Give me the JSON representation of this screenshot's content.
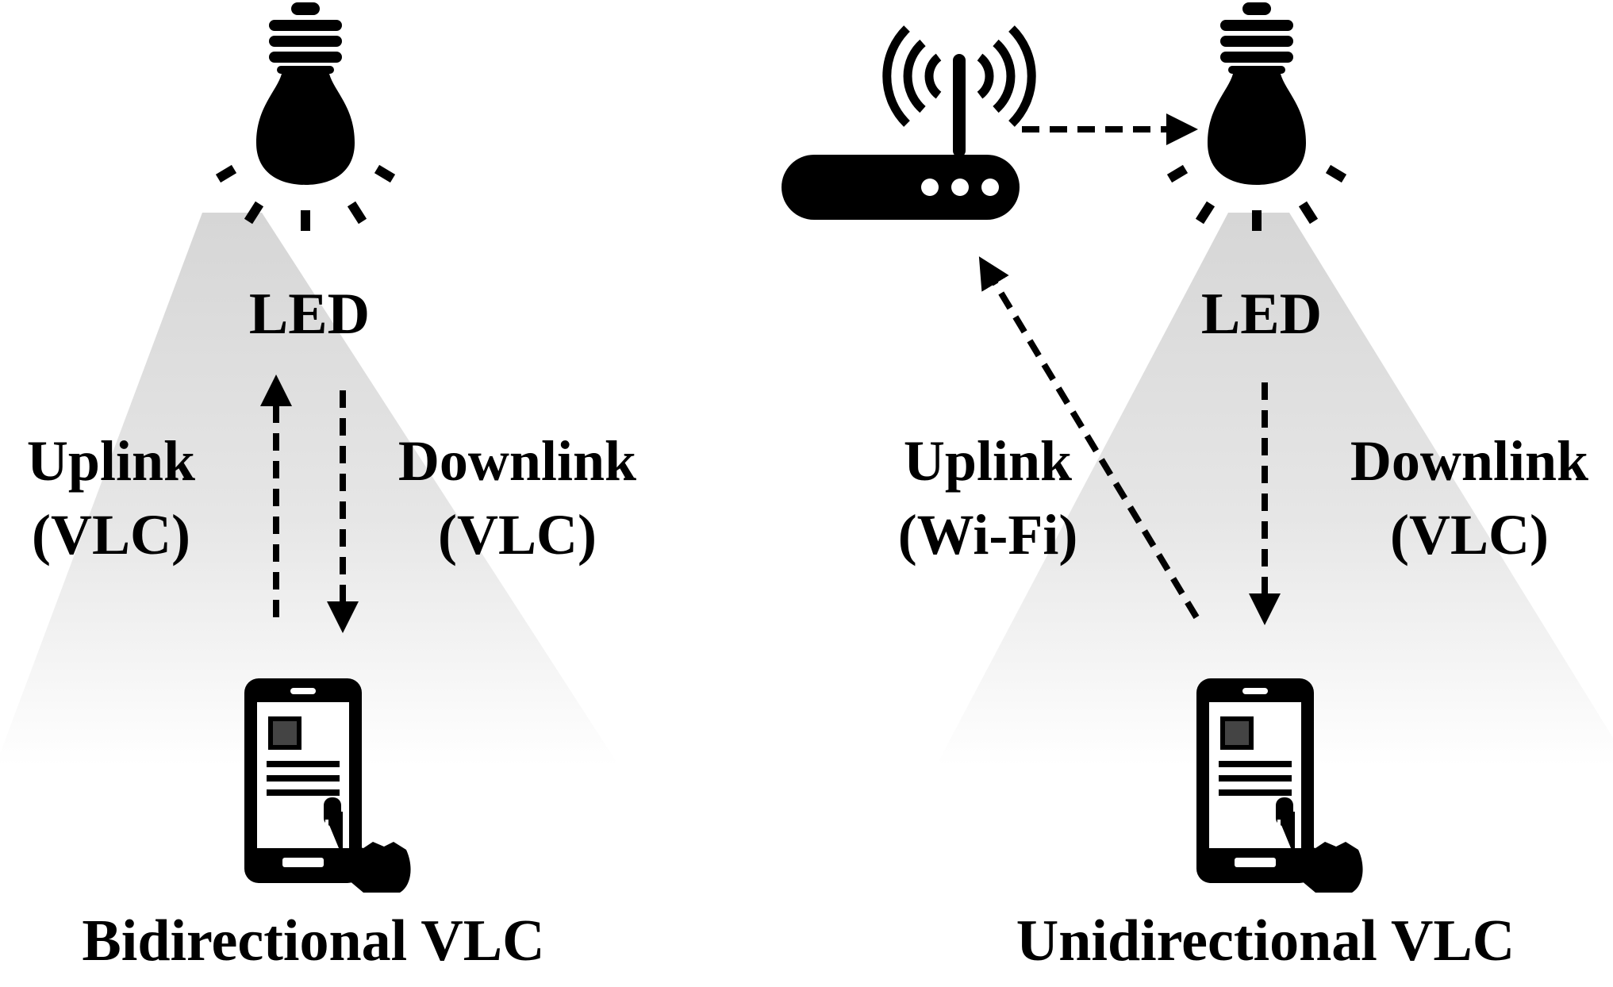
{
  "left_panel": {
    "led_label": "LED",
    "uplink_label": "Uplink",
    "uplink_medium": "(VLC)",
    "downlink_label": "Downlink",
    "downlink_medium": "(VLC)",
    "caption": "Bidirectional VLC"
  },
  "right_panel": {
    "led_label": "LED",
    "uplink_label": "Uplink",
    "uplink_medium": "(Wi-Fi)",
    "downlink_label": "Downlink",
    "downlink_medium": "(VLC)",
    "caption": "Unidirectional VLC"
  },
  "icons": {
    "bulb": "lightbulb-icon",
    "phone": "smartphone-touch-icon",
    "router": "wifi-router-icon"
  },
  "colors": {
    "ink": "#000000",
    "light_cone": "#d9d9d9",
    "background": "#ffffff"
  }
}
